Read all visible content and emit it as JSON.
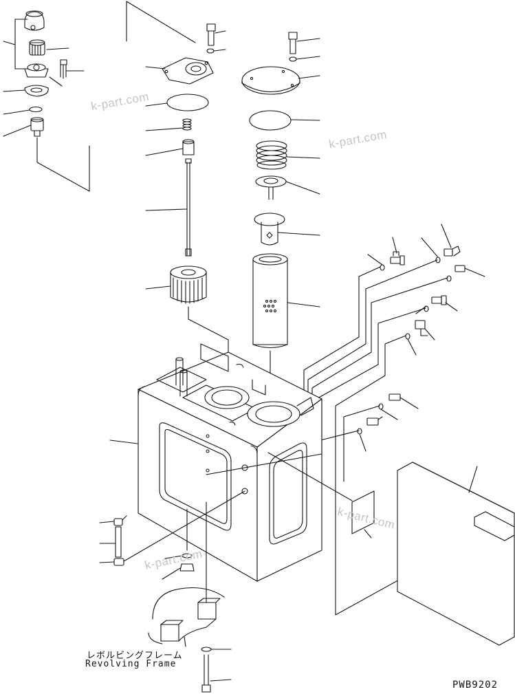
{
  "drawing_code": "PWB9202",
  "labels": {
    "frame_jp": "レボルビングフレーム",
    "frame_en": "Revolving Frame"
  },
  "watermarks": [
    "k-part.com",
    "k-part.com",
    "k-part.com",
    "k-part.com"
  ],
  "colors": {
    "line": "#111111",
    "watermark": "#c4c4c4",
    "background": "#ffffff"
  }
}
